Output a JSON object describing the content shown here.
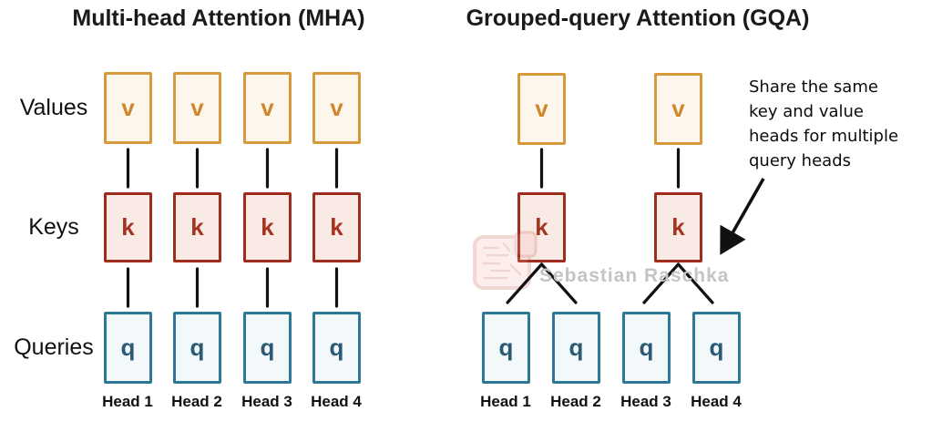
{
  "diagram": {
    "left": {
      "title": "Multi-head Attention (MHA)",
      "heads": [
        "Head 1",
        "Head 2",
        "Head 3",
        "Head 4"
      ]
    },
    "right": {
      "title": "Grouped-query Attention (GQA)",
      "heads": [
        "Head 1",
        "Head 2",
        "Head 3",
        "Head 4"
      ]
    },
    "row_labels": {
      "values": "Values",
      "keys": "Keys",
      "queries": "Queries"
    },
    "letters": {
      "value": "v",
      "key": "k",
      "query": "q"
    },
    "annotation": {
      "lines": [
        "Share the same",
        "key and value",
        "heads for multiple",
        "query heads"
      ]
    },
    "watermark": "Sebastian Raschka",
    "colors": {
      "value_border": "#D69A3C",
      "value_fill": "#FDF6EC",
      "value_text": "#CE872B",
      "key_border": "#9E2D1D",
      "key_fill": "#F9EAE6",
      "key_text": "#A53320",
      "query_border": "#2E7897",
      "query_fill": "#F3F8FA",
      "query_text": "#2A5A74",
      "line": "#111111",
      "watermark_text": "#C4C4C4"
    }
  }
}
